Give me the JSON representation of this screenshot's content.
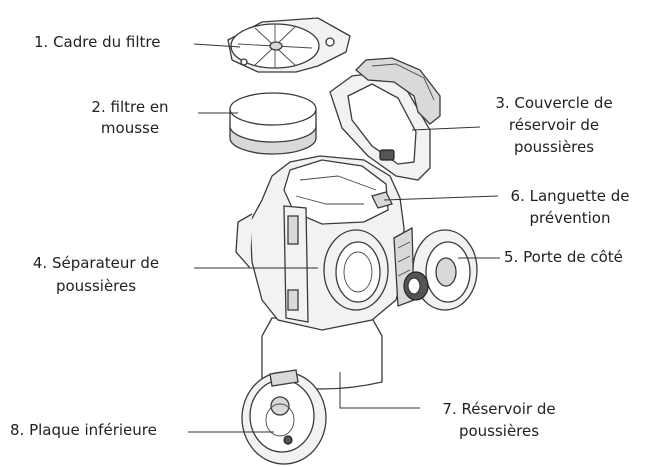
{
  "labels": {
    "l1": "1.  Cadre du filtre",
    "l2a": "2. filtre en",
    "l2b": "mousse",
    "l3a": "3. Couvercle de",
    "l3b": "réservoir de",
    "l3c": "poussières",
    "l4a": "4. Séparateur de",
    "l4b": "poussières",
    "l5": "5.  Porte de côté",
    "l6a": "6.  Languette de",
    "l6b": "prévention",
    "l7a": "7. Réservoir de",
    "l7b": "poussières",
    "l8": "8. Plaque inférieure"
  }
}
